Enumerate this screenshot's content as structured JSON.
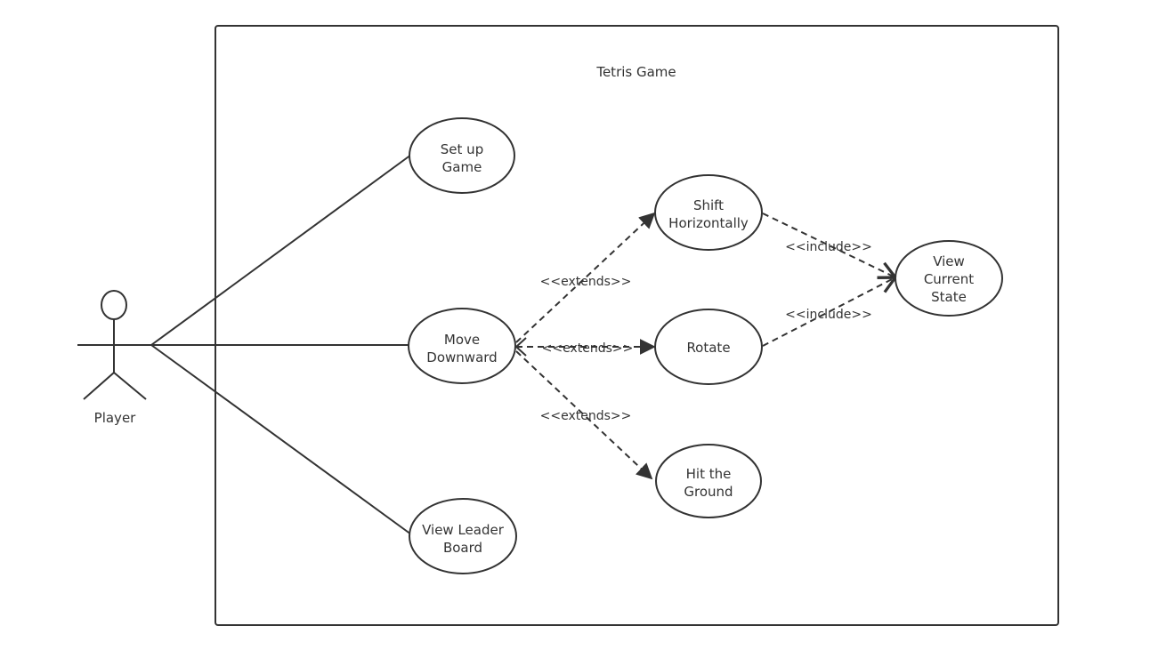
{
  "system": {
    "title": "Tetris Game"
  },
  "actor": {
    "name": "Player"
  },
  "use_cases": {
    "setup": {
      "line1": "Set up",
      "line2": "Game"
    },
    "move": {
      "line1": "Move",
      "line2": "Downward"
    },
    "leader": {
      "line1": "View Leader",
      "line2": "Board"
    },
    "shift": {
      "line1": "Shift",
      "line2": "Horizontally"
    },
    "rotate": {
      "line1": "Rotate"
    },
    "hit": {
      "line1": "Hit the",
      "line2": "Ground"
    },
    "view_state": {
      "line1": "View",
      "line2": "Current",
      "line3": "State"
    }
  },
  "relations": {
    "extends_shift": "<<extends>>",
    "extends_rotate": "<<extends>>",
    "extends_hit": "<<extends>>",
    "include_shift": "<<include>>",
    "include_rotate": "<<include>>"
  },
  "colors": {
    "line": "#333333",
    "background": "#ffffff"
  }
}
